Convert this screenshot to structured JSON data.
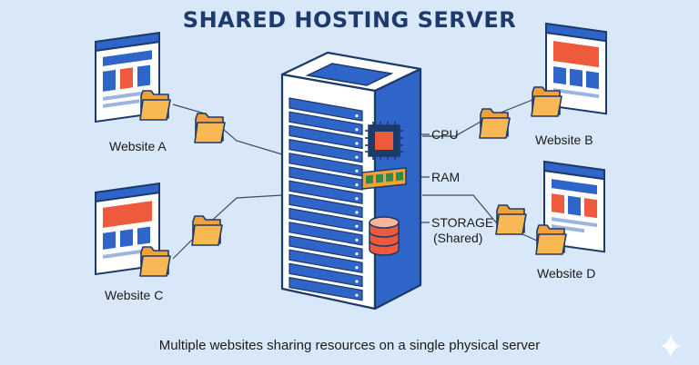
{
  "title": "SHARED HOSTING SERVER",
  "websites": [
    {
      "label": "Website A"
    },
    {
      "label": "Website B"
    },
    {
      "label": "Website C"
    },
    {
      "label": "Website D"
    }
  ],
  "resources": {
    "cpu": "CPU",
    "ram": "RAM",
    "storage_line1": "STORAGE",
    "storage_line2": "(Shared)"
  },
  "caption": "Multiple websites sharing resources on a single physical server",
  "colors": {
    "background": "#d9e8f9",
    "navy": "#1c3a6b",
    "blue": "#2f64c8",
    "red": "#ee5a3c",
    "folder": "#f2a13a",
    "ram_green": "#2f8a4a"
  },
  "icons": [
    "browser-window-icon",
    "folder-icon",
    "server-rack-icon",
    "cpu-chip-icon",
    "ram-stick-icon",
    "database-icon",
    "sparkle-icon"
  ]
}
